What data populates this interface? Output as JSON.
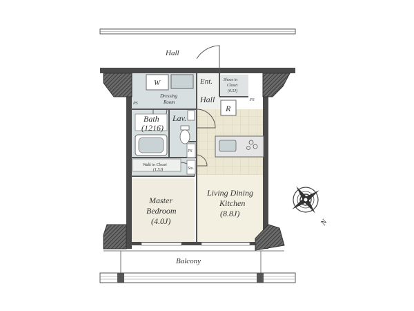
{
  "labels": {
    "hall_top": "Hall",
    "entrance": "Ent.",
    "shoes_closet_1": "Shoes in",
    "shoes_closet_2": "Closet",
    "shoes_closet_3": "(0.5J)",
    "hall_inner": "Hall",
    "ps_left": "PS",
    "ps_right": "PS",
    "washer": "W",
    "dressing_1": "Dressing",
    "dressing_2": "Room",
    "bath_1": "Bath",
    "bath_2": "(1216)",
    "lav": "Lav.",
    "refrigerator": "R",
    "walk_in_1": "Walk in Closet",
    "walk_in_2": "(1.5J)",
    "ps_small": "PS",
    "storage": "Sto.",
    "master_1": "Master",
    "master_2": "Bedroom",
    "master_3": "(4.0J)",
    "ldk_1": "Living Dining",
    "ldk_2": "Kitchen",
    "ldk_3": "(8.8J)",
    "balcony": "Balcony",
    "compass_n": "N"
  },
  "colors": {
    "wall": "#4a4a4a",
    "wet_area_floor": "#d7dfe0",
    "bedroom_floor": "#f0ece0",
    "ldk_floor": "#f3f0e2",
    "kitchen_tile": "#ebe7d2",
    "fixture": "#c9d3d6",
    "line": "#555555"
  }
}
